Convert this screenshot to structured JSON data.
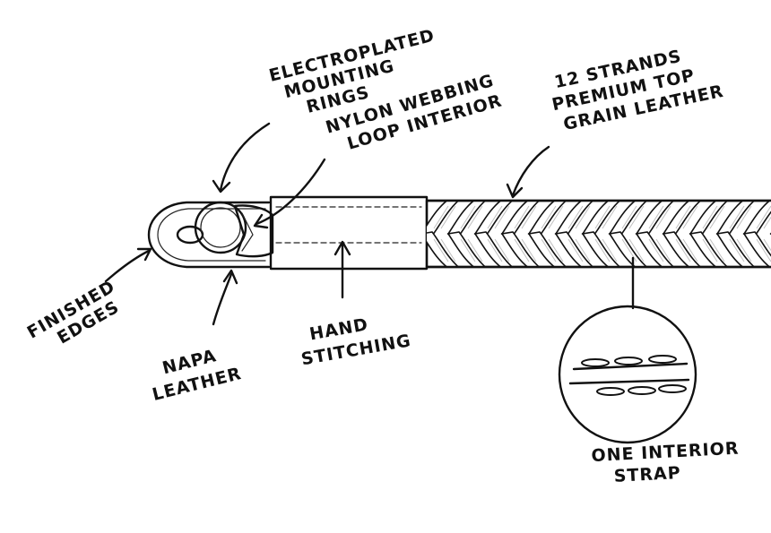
{
  "callouts": {
    "mounting_rings": [
      "ELECTROPLATED",
      "MOUNTING",
      "RINGS"
    ],
    "nylon_loop": [
      "NYLON WEBBING",
      "LOOP INTERIOR"
    ],
    "strands": [
      "12 STRANDS",
      "PREMIUM TOP",
      "GRAIN LEATHER"
    ],
    "finished_edges": [
      "FINISHED",
      "EDGES"
    ],
    "napa_leather": [
      "NAPA",
      "LEATHER"
    ],
    "hand_stitching": [
      "HAND",
      "STITCHING"
    ],
    "interior_strap": [
      "ONE INTERIOR",
      "STRAP"
    ]
  },
  "colors": {
    "ink": "#111111",
    "paper": "#ffffff",
    "braid_shade": "#bfbfbf"
  }
}
